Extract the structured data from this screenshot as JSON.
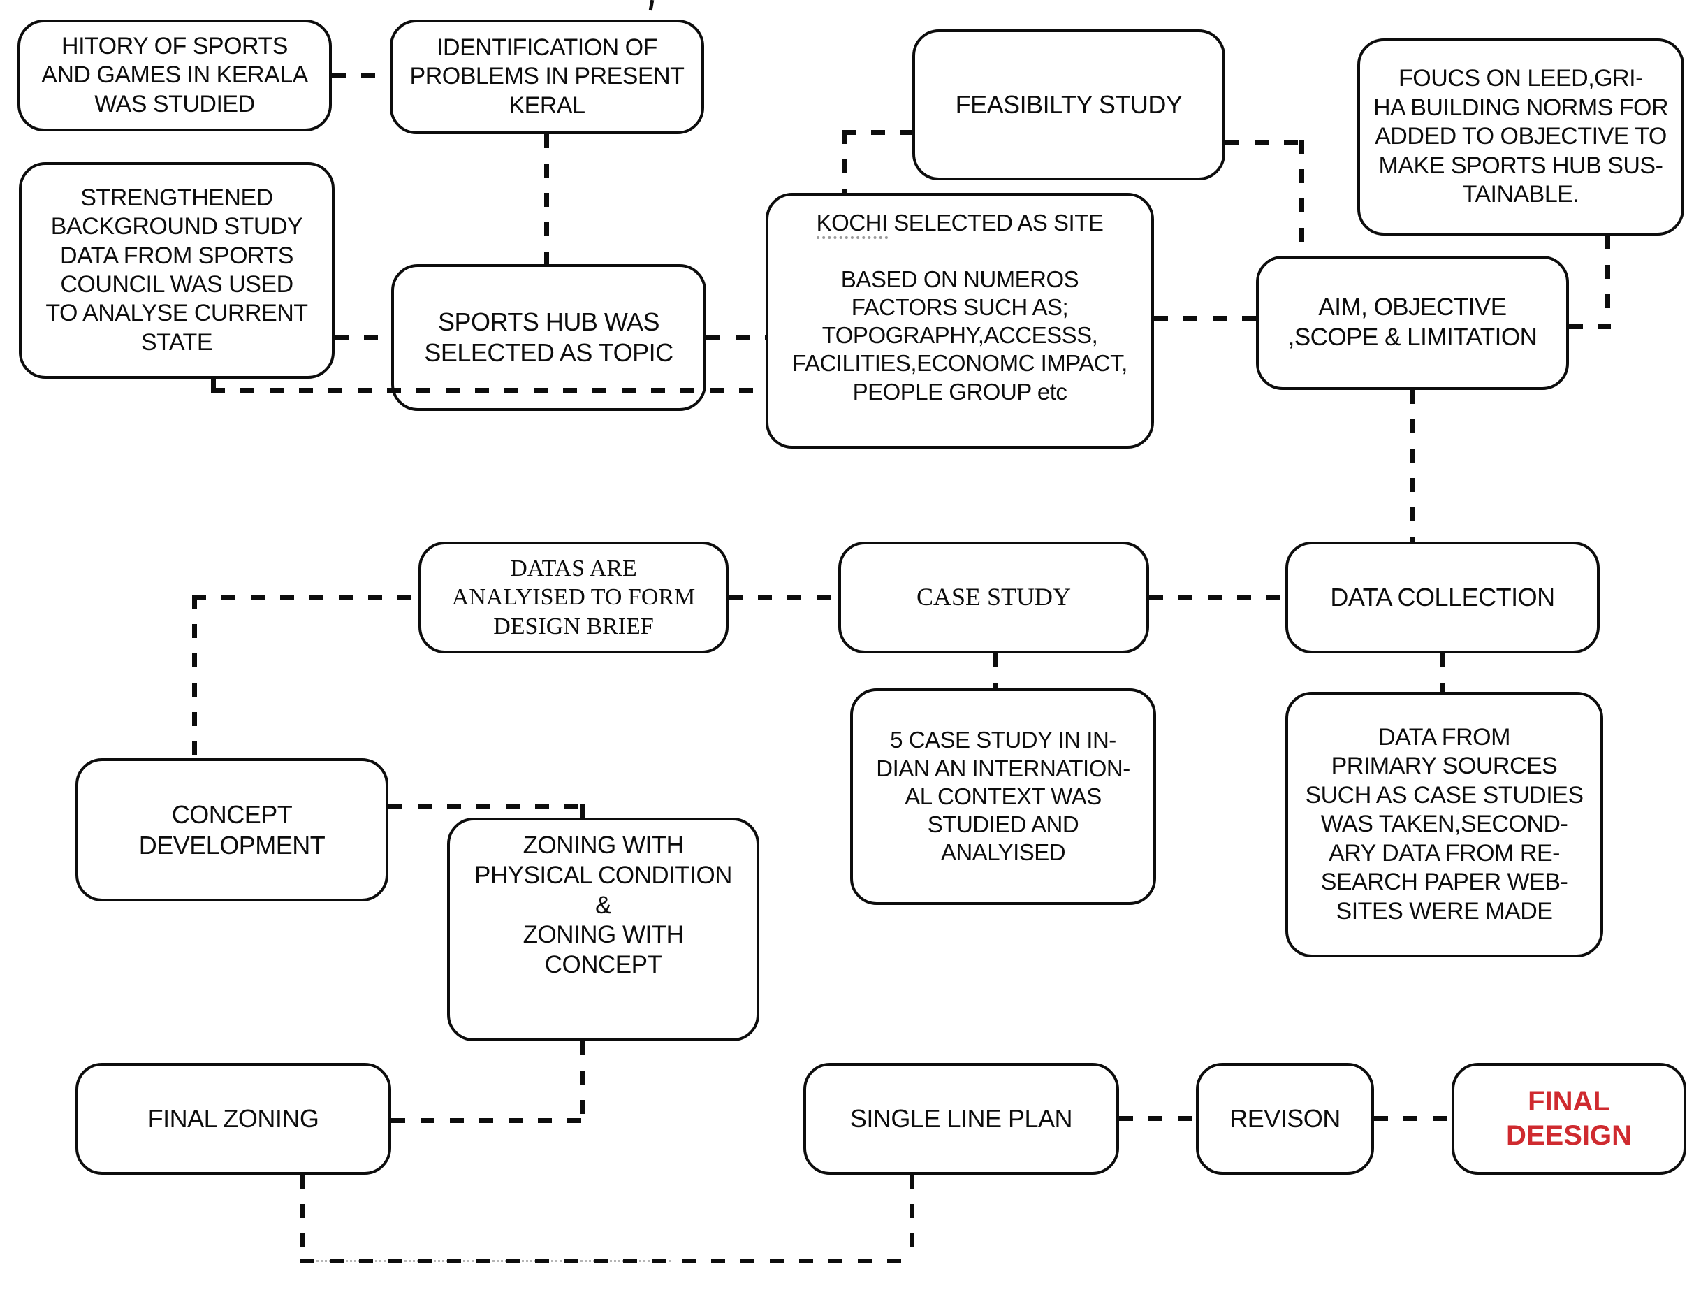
{
  "canvas": {
    "background": "#ffffff",
    "line_color": "#0d0d0d",
    "accent_red": "#cf2a2f"
  },
  "nodes": {
    "history": {
      "lines": [
        "HITORY OF SPORTS",
        "AND GAMES IN KERALA",
        "WAS STUDIED"
      ]
    },
    "identification": {
      "lines": [
        "IDENTIFICATION OF",
        "PROBLEMS IN PRESENT",
        "KERAL"
      ]
    },
    "feasibility": {
      "lines": [
        "FEASIBILTY STUDY"
      ]
    },
    "foucs": {
      "lines": [
        "FOUCS ON LEED,GRI-",
        "HA BUILDING NORMS FOR",
        "ADDED TO OBJECTIVE TO",
        "MAKE SPORTS HUB SUS-",
        "TAINABLE."
      ]
    },
    "strengthened": {
      "lines": [
        "STRENGTHENED",
        "BACKGROUND STUDY",
        "DATA FROM SPORTS",
        "COUNCIL WAS USED",
        "TO ANALYSE CURRENT",
        "STATE"
      ]
    },
    "sports_hub": {
      "lines": [
        "SPORTS HUB WAS",
        "SELECTED AS TOPIC"
      ]
    },
    "kochi": {
      "underlined_word": "KOCHI",
      "first_line_rest": " SELECTED AS SITE",
      "rest_lines": [
        "BASED ON NUMEROS",
        "FACTORS SUCH AS;",
        "TOPOGRAPHY,ACCESSS,",
        "FACILITIES,ECONOMC IMPACT,",
        "PEOPLE GROUP etc"
      ]
    },
    "aim": {
      "lines": [
        "AIM, OBJECTIVE",
        ",SCOPE & LIMITATION"
      ]
    },
    "datas": {
      "lines": [
        "DATAS ARE",
        "ANALYISED TO FORM",
        "DESIGN BRIEF"
      ]
    },
    "case_study": {
      "lines": [
        "CASE STUDY"
      ]
    },
    "data_collection": {
      "lines": [
        "DATA COLLECTION"
      ]
    },
    "concept": {
      "lines": [
        "CONCEPT",
        "DEVELOPMENT"
      ]
    },
    "zoning": {
      "lines": [
        "ZONING WITH",
        "PHYSICAL CONDITION",
        "&",
        "ZONING WITH",
        "CONCEPT"
      ]
    },
    "five_case": {
      "lines": [
        "5 CASE STUDY IN IN-",
        "DIAN AN INTERNATION-",
        "AL CONTEXT WAS",
        "STUDIED AND",
        "ANALYISED"
      ]
    },
    "data_from": {
      "lines": [
        "DATA FROM",
        "PRIMARY SOURCES",
        "SUCH AS CASE STUDIES",
        "WAS TAKEN,SECOND-",
        "ARY DATA FROM RE-",
        "SEARCH PAPER WEB-",
        "SITES WERE MADE"
      ]
    },
    "final_zoning": {
      "lines": [
        "FINAL ZONING"
      ]
    },
    "single_line_plan": {
      "lines": [
        "SINGLE LINE PLAN"
      ]
    },
    "revison": {
      "lines": [
        "REVISON"
      ]
    },
    "final_deesign": {
      "lines": [
        "FINAL",
        "DEESIGN"
      ]
    }
  },
  "edges": [
    {
      "from": "history",
      "to": "identification"
    },
    {
      "from": "identification",
      "to": "sports_hub"
    },
    {
      "from": "strengthened",
      "to": "sports_hub"
    },
    {
      "from": "sports_hub",
      "to": "kochi"
    },
    {
      "from": "strengthened",
      "to": "kochi"
    },
    {
      "from": "kochi",
      "to": "feasibility"
    },
    {
      "from": "feasibility",
      "to": "aim"
    },
    {
      "from": "kochi",
      "to": "aim"
    },
    {
      "from": "aim",
      "to": "foucs"
    },
    {
      "from": "aim",
      "to": "data_collection"
    },
    {
      "from": "data_collection",
      "to": "case_study"
    },
    {
      "from": "case_study",
      "to": "datas"
    },
    {
      "from": "datas",
      "to": "concept"
    },
    {
      "from": "case_study",
      "to": "five_case"
    },
    {
      "from": "data_collection",
      "to": "data_from"
    },
    {
      "from": "concept",
      "to": "zoning"
    },
    {
      "from": "zoning",
      "to": "final_zoning"
    },
    {
      "from": "final_zoning",
      "to": "single_line_plan"
    },
    {
      "from": "single_line_plan",
      "to": "revison"
    },
    {
      "from": "revison",
      "to": "final_deesign"
    }
  ]
}
